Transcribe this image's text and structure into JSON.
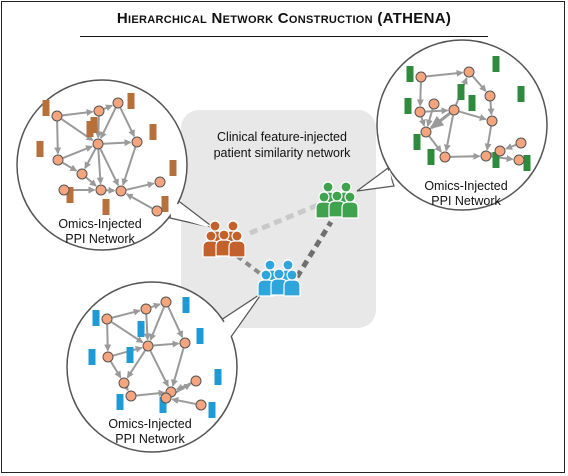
{
  "title": "Hierarchical Network Construction (ATHENA)",
  "patient_network_label": [
    "Clinical feature-injected",
    "patient similarity network"
  ],
  "ppi_top_left_label": [
    "Omics-Injected",
    "PPI Network"
  ],
  "ppi_top_right_label": [
    "Omics-Injected",
    "PPI Network"
  ],
  "ppi_bottom_label": [
    "Omics-Injected",
    "PPI Network"
  ],
  "colors": {
    "orange_group": "#c2612b",
    "green_group": "#3fa34d",
    "blue_group": "#2fa5dc",
    "node_fill": "#f4a57d",
    "node_stroke": "#555555",
    "edge": "#9a9a9a",
    "panel": "#e8e8e8",
    "bar_orange": "#b8703a",
    "bar_green": "#2e8b3e",
    "bar_blue": "#1e9bd7"
  }
}
